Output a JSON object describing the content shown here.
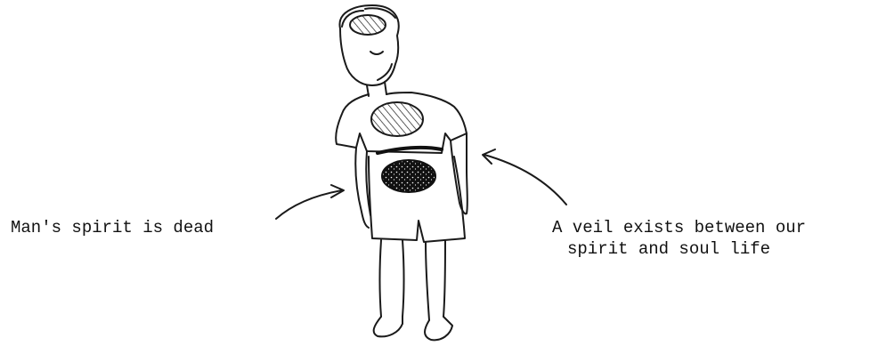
{
  "labels": {
    "spirit_dead": "Man's spirit is dead",
    "veil_line1": "A veil exists between our",
    "veil_line2": "spirit and soul life"
  },
  "colors": {
    "ink": "#1a1a1a",
    "background": "#ffffff",
    "dark_fill": "#111111"
  },
  "icons": {
    "figure": "man-figure",
    "arrow_left": "arrow-icon",
    "arrow_right": "arrow-icon"
  }
}
